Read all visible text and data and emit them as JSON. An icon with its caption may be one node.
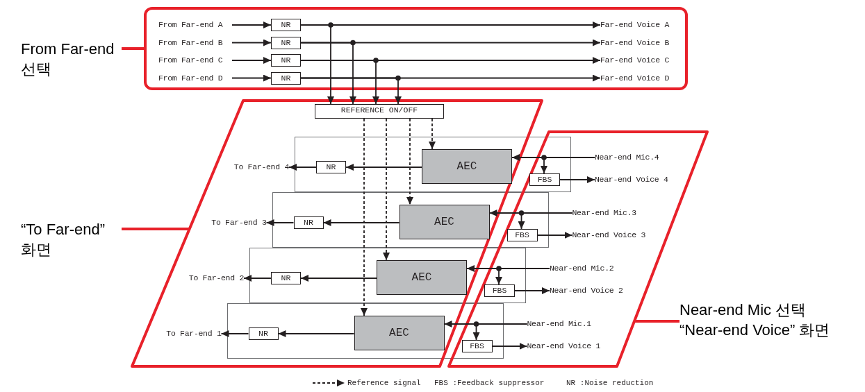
{
  "diagram": {
    "nodes": [
      {
        "text": [],
        "shape": "box"
      },
      {
        "text": [
          "From Far-end A"
        ],
        "in": 0
      },
      {
        "text": [
          "From Far-end B"
        ],
        "in": 0
      },
      {
        "text": [
          "From Far-end C"
        ],
        "in": 0
      },
      {
        "text": [
          "From Far-end D"
        ],
        "in": 0
      },
      {
        "text": [
          "NR"
        ],
        "in": 0
      },
      {
        "text": [
          "NR"
        ],
        "in": 0
      },
      {
        "text": [
          "NR"
        ],
        "in": 0
      },
      {
        "text": [
          "NR"
        ],
        "in": 0
      },
      {
        "text": [
          "Far-end Voice A"
        ],
        "in": 0
      },
      {
        "text": [
          "Far-end Voice B"
        ],
        "in": 0
      },
      {
        "text": [
          "Far-end Voice C"
        ],
        "in": 0
      },
      {
        "text": [
          "Far-end Voice D"
        ],
        "in": 0
      },
      {
        "text": [
          "REFERENCE ON/OFF"
        ]
      },
      {
        "text": [
          "To Far-end 4"
        ]
      },
      {
        "text": [
          "NR"
        ]
      },
      {
        "text": [
          "AEC"
        ]
      },
      {
        "text": [
          "FBS"
        ]
      },
      {
        "text": [
          "Near-end Mic.4"
        ]
      },
      {
        "text": [
          "Near-end Voice 4"
        ]
      },
      {
        "text": [
          "To Far-end 3"
        ]
      },
      {
        "text": [
          "NR"
        ]
      },
      {
        "text": [
          "AEC"
        ]
      },
      {
        "text": [
          "FBS"
        ]
      },
      {
        "text": [
          "Near-end Mic.3"
        ]
      },
      {
        "text": [
          "Near-end Voice 3"
        ]
      },
      {
        "text": [
          "To Far-end 2"
        ]
      },
      {
        "text": [
          "NR"
        ]
      },
      {
        "text": [
          "AEC"
        ]
      },
      {
        "text": [
          "FBS"
        ]
      },
      {
        "text": [
          "Near-end Mic.2"
        ]
      },
      {
        "text": [
          "Near-end Voice 2"
        ]
      },
      {
        "text": [
          "To Far-end 1"
        ]
      },
      {
        "text": [
          "NR"
        ]
      },
      {
        "text": [
          "AEC"
        ]
      },
      {
        "text": [
          "FBS"
        ]
      },
      {
        "text": [
          "Near-end Mic.1"
        ]
      },
      {
        "text": [
          "Near-end Voice 1"
        ]
      },
      {
        "text": [
          "From Far-end 선택"
        ]
      },
      {
        "text": [
          "“To Far-end” 화면"
        ]
      },
      {
        "text": [
          "Near-end Mic 선택 “Near-end Voice” 화면"
        ]
      }
    ],
    "edges": [
      {
        "from": 1,
        "to": 5,
        "arrow": "to"
      },
      {
        "from": 5,
        "to": 9,
        "arrow": "to"
      },
      {
        "from": 5,
        "to": 13,
        "arrow": "to"
      },
      {
        "from": 2,
        "to": 6,
        "arrow": "to"
      },
      {
        "from": 6,
        "to": 10,
        "arrow": "to"
      },
      {
        "from": 6,
        "to": 13,
        "arrow": "to"
      },
      {
        "from": 3,
        "to": 7,
        "arrow": "to"
      },
      {
        "from": 7,
        "to": 11,
        "arrow": "to"
      },
      {
        "from": 7,
        "to": 13,
        "arrow": "to"
      },
      {
        "from": 4,
        "to": 8,
        "arrow": "to"
      },
      {
        "from": 8,
        "to": 12,
        "arrow": "to"
      },
      {
        "from": 8,
        "to": 13,
        "arrow": "to"
      },
      {
        "from": 13,
        "to": 16,
        "arrow": "to",
        "style": "dashed"
      },
      {
        "from": 13,
        "to": 22,
        "arrow": "to",
        "style": "dashed"
      },
      {
        "from": 13,
        "to": 28,
        "arrow": "to",
        "style": "dashed"
      },
      {
        "from": 13,
        "to": 34,
        "arrow": "to",
        "style": "dashed"
      },
      {
        "from": 18,
        "to": 16,
        "arrow": "to"
      },
      {
        "from": 18,
        "to": 17,
        "arrow": "to"
      },
      {
        "from": 17,
        "to": 19,
        "arrow": "to"
      },
      {
        "from": 16,
        "to": 15,
        "arrow": "to"
      },
      {
        "from": 15,
        "to": 14,
        "arrow": "to"
      },
      {
        "from": 24,
        "to": 22,
        "arrow": "to"
      },
      {
        "from": 24,
        "to": 23,
        "arrow": "to"
      },
      {
        "from": 23,
        "to": 25,
        "arrow": "to"
      },
      {
        "from": 22,
        "to": 21,
        "arrow": "to"
      },
      {
        "from": 21,
        "to": 20,
        "arrow": "to"
      },
      {
        "from": 30,
        "to": 28,
        "arrow": "to"
      },
      {
        "from": 30,
        "to": 29,
        "arrow": "to"
      },
      {
        "from": 29,
        "to": 31,
        "arrow": "to"
      },
      {
        "from": 28,
        "to": 27,
        "arrow": "to"
      },
      {
        "from": 27,
        "to": 26,
        "arrow": "to"
      },
      {
        "from": 36,
        "to": 34,
        "arrow": "to"
      },
      {
        "from": 36,
        "to": 35,
        "arrow": "to"
      },
      {
        "from": 35,
        "to": 37,
        "arrow": "to"
      },
      {
        "from": 34,
        "to": 33,
        "arrow": "to"
      },
      {
        "from": 33,
        "to": 32,
        "arrow": "to"
      },
      {
        "from": 38,
        "to": 0,
        "arrow": "none",
        "style": "thick",
        "color": "#e8212a"
      },
      {
        "from": 39,
        "to": null,
        "arrow": "none",
        "style": "thick",
        "color": "#e8212a"
      },
      {
        "from": 40,
        "to": null,
        "arrow": "none",
        "style": "thick",
        "color": "#e8212a"
      }
    ],
    "labels": [
      "FBS :Feedback suppressor",
      "NR :Noise reduction"
    ],
    "legend": [
      {
        "text": "Reference signal"
      }
    ]
  }
}
